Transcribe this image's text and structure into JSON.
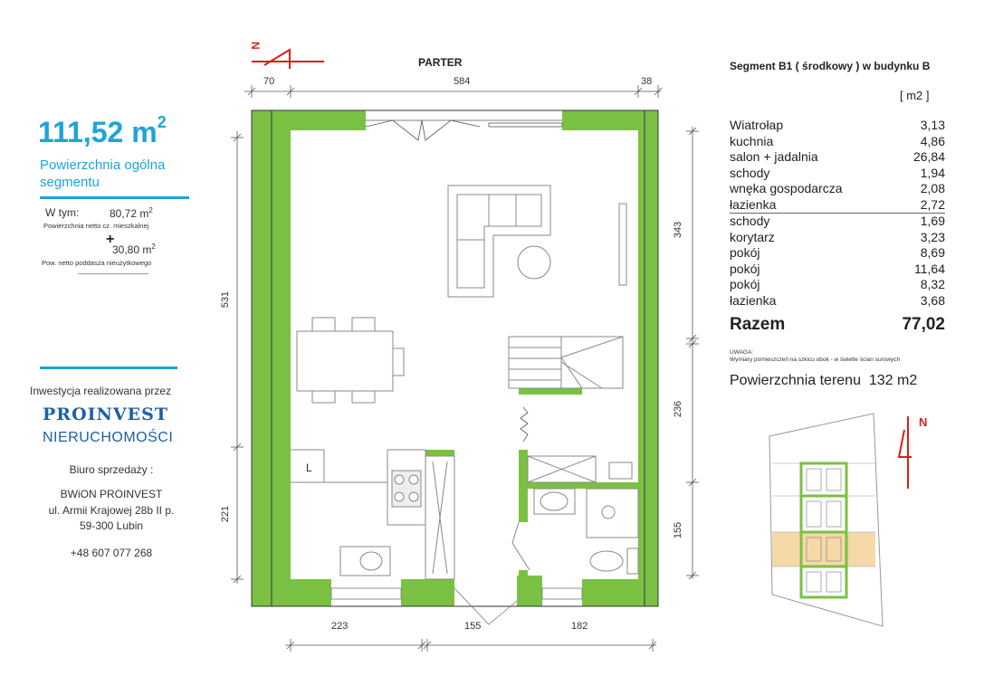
{
  "plan": {
    "title": "PARTER",
    "dims_top": [
      "70",
      "584",
      "38"
    ],
    "dims_bottom": [
      "223",
      "155",
      "182"
    ],
    "dim_left_upper": "531",
    "dim_left_lower": "221",
    "dims_right": [
      "343",
      "236",
      "155"
    ],
    "kitchen_label": "L"
  },
  "summary": {
    "area_value": "111,52 m",
    "area_sup": "2",
    "area_caption": "Powierzchnia ogólna segmentu",
    "w_tym_label": "W tym:",
    "net_value": "80,72 m",
    "net_sup": "2",
    "net_caption": "Powierzchnia netto cz. mieszkalnej",
    "plus": "+",
    "attic_value": "30,80 m",
    "attic_sup": "2",
    "attic_caption": "Pow. netto poddasza nieużytkowego"
  },
  "company": {
    "invest_line": "Inwestycja realizowana przez",
    "brand": "PROINVEST",
    "brand_sub": "NIERUCHOMOŚCI",
    "office_label": "Biuro sprzedaży :",
    "office_name": "BWiON PROINVEST",
    "address1": "ul. Armii Krajowej 28b II p.",
    "address2": "59-300 Lubin",
    "phone": "+48 607 077 268"
  },
  "segment": {
    "title": "Segment B1 ( środkowy ) w budynku B",
    "unit": "[  m2  ]",
    "rooms_ground": [
      {
        "name": "Wiatrołap",
        "area": "3,13"
      },
      {
        "name": "kuchnia",
        "area": "4,86"
      },
      {
        "name": "salon + jadalnia",
        "area": "26,84"
      },
      {
        "name": "schody",
        "area": "1,94"
      },
      {
        "name": "wnęka gospodarcza",
        "area": "2,08"
      },
      {
        "name": "łazienka",
        "area": "2,72"
      }
    ],
    "rooms_upper": [
      {
        "name": "schody",
        "area": "1,69"
      },
      {
        "name": "korytarz",
        "area": "3,23"
      },
      {
        "name": "pokój",
        "area": "8,69"
      },
      {
        "name": "pokój",
        "area": "11,64"
      },
      {
        "name": "pokój",
        "area": "8,32"
      },
      {
        "name": "łazienka",
        "area": "3,68"
      }
    ],
    "total_label": "Razem",
    "total_value": "77,02",
    "note_title": "UWAGA:",
    "note_text": "Wymiary pomieszczeń na szkicu obok - w świetle ścian surowych",
    "terrain_label": "Powierzchnia terenu",
    "terrain_value": "132 m2"
  },
  "compass": {
    "north": "N"
  },
  "colors": {
    "wall": "#7ac143",
    "accent": "#1ea3db",
    "brand": "#1d5fa8",
    "highlight": "#f5d9a8"
  }
}
